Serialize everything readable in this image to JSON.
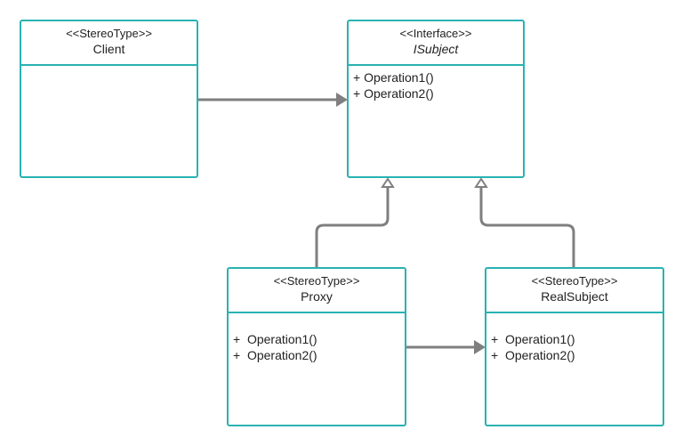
{
  "colors": {
    "border": "#2ab2b2",
    "connector": "#7f7f7f",
    "text": "#222222"
  },
  "classes": {
    "client": {
      "stereotype": "<<StereoType>>",
      "name": "Client",
      "operations": []
    },
    "isubject": {
      "stereotype": "<<Interface>>",
      "name": "ISubject",
      "operations": [
        "+ Operation1()",
        "+ Operation2()"
      ]
    },
    "proxy": {
      "stereotype": "<<StereoType>>",
      "name": "Proxy",
      "operations": [
        "+  Operation1()",
        "+  Operation2()"
      ]
    },
    "realsubject": {
      "stereotype": "<<StereoType>>",
      "name": "RealSubject",
      "operations": [
        "+  Operation1()",
        "+  Operation2()"
      ]
    }
  },
  "relationships": [
    {
      "from": "Client",
      "to": "ISubject",
      "kind": "association"
    },
    {
      "from": "Proxy",
      "to": "ISubject",
      "kind": "realization"
    },
    {
      "from": "RealSubject",
      "to": "ISubject",
      "kind": "realization"
    },
    {
      "from": "Proxy",
      "to": "RealSubject",
      "kind": "association"
    }
  ]
}
